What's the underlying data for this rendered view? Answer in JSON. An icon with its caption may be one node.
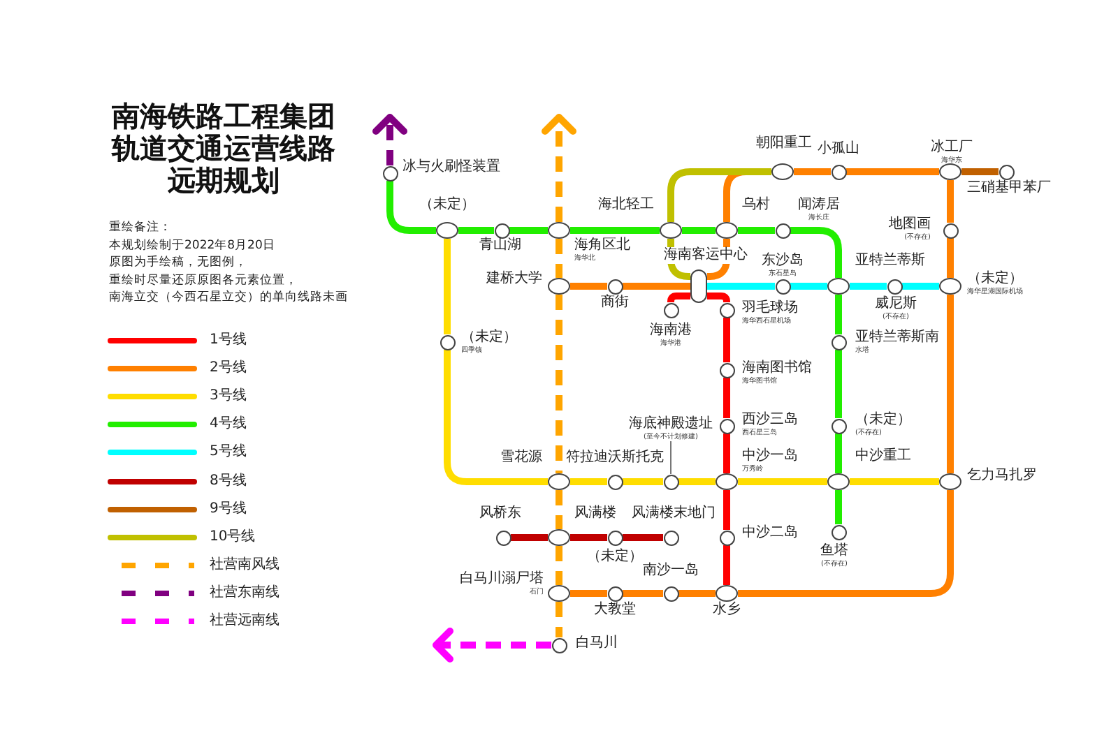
{
  "diagram": {
    "title": "南海铁路工程集团轨道交通运营线路远期规划",
    "nodes": [
      {
        "text": [],
        "shape": "circle",
        "beside": [
          "冰与火刷怪装置"
        ]
      },
      {
        "text": [],
        "shape": "circle",
        "beside": [
          "（未定）"
        ]
      },
      {
        "text": [],
        "shape": "circle",
        "beside": [
          "青山湖"
        ]
      },
      {
        "text": [],
        "shape": "circle",
        "beside": [
          "海角区北",
          "海华北"
        ]
      },
      {
        "text": [],
        "shape": "circle",
        "beside": [
          "海北轻工"
        ]
      },
      {
        "text": [],
        "shape": "circle",
        "beside": [
          "乌村"
        ]
      },
      {
        "text": [],
        "shape": "circle",
        "beside": [
          "闻涛居",
          "海长庄"
        ]
      },
      {
        "text": [],
        "shape": "circle",
        "beside": [
          "朝阳重工"
        ]
      },
      {
        "text": [],
        "shape": "circle",
        "beside": [
          "小孤山"
        ]
      },
      {
        "text": [],
        "shape": "circle",
        "beside": [
          "冰工厂",
          "海华东"
        ]
      },
      {
        "text": [],
        "shape": "circle",
        "beside": [
          "三硝基甲苯厂"
        ]
      },
      {
        "text": [],
        "shape": "circle",
        "beside": [
          "地图画",
          "(不存在)"
        ]
      },
      {
        "text": [],
        "shape": "circle",
        "beside": [
          "（未定）",
          "海华星湖国际机场"
        ]
      },
      {
        "text": [],
        "shape": "circle",
        "beside": [
          "威尼斯",
          "(不存在)"
        ]
      },
      {
        "text": [],
        "shape": "circle",
        "beside": [
          "亚特兰蒂斯"
        ]
      },
      {
        "text": [],
        "shape": "circle",
        "beside": [
          "东沙岛",
          "东石星岛"
        ]
      },
      {
        "text": [],
        "shape": "box",
        "beside": [
          "海南客运中心"
        ]
      },
      {
        "text": [],
        "shape": "circle",
        "beside": [
          "建桥大学"
        ]
      },
      {
        "text": [],
        "shape": "circle",
        "beside": [
          "商街"
        ]
      },
      {
        "text": [],
        "shape": "circle",
        "beside": [
          "海南港",
          "海华港"
        ]
      },
      {
        "text": [],
        "shape": "circle",
        "beside": [
          "羽毛球场",
          "海华西石星机场"
        ]
      },
      {
        "text": [],
        "shape": "circle",
        "beside": [
          "海南图书馆",
          "海华图书馆"
        ]
      },
      {
        "text": [],
        "shape": "circle",
        "beside": [
          "西沙三岛",
          "西石星三岛"
        ]
      },
      {
        "text": [],
        "shape": "circle",
        "beside": [
          "（未定）",
          "四季镇"
        ]
      },
      {
        "text": [],
        "shape": "circle",
        "beside": [
          "亚特兰蒂斯南",
          "水塔"
        ]
      },
      {
        "text": [],
        "shape": "circle",
        "beside": [
          "（未定）",
          "(不存在)"
        ]
      },
      {
        "text": [],
        "shape": "circle",
        "beside": [
          "雪花源"
        ]
      },
      {
        "text": [],
        "shape": "circle",
        "beside": [
          "符拉迪沃斯托克"
        ]
      },
      {
        "text": [],
        "shape": "circle"
      },
      {
        "text": [],
        "shape": "circle",
        "beside": [
          "中沙一岛",
          "万秀岭"
        ]
      },
      {
        "text": [],
        "shape": "circle",
        "beside": [
          "中沙重工"
        ]
      },
      {
        "text": [],
        "shape": "circle",
        "beside": [
          "乞力马扎罗"
        ]
      },
      {
        "text": [],
        "shape": "circle",
        "beside": [
          "风桥东"
        ]
      },
      {
        "text": [],
        "shape": "circle",
        "beside": [
          "风满楼"
        ]
      },
      {
        "text": [],
        "shape": "circle",
        "beside": [
          "（未定）"
        ]
      },
      {
        "text": [],
        "shape": "circle",
        "beside": [
          "风满楼末地门"
        ]
      },
      {
        "text": [],
        "shape": "circle",
        "beside": [
          "中沙二岛"
        ]
      },
      {
        "text": [],
        "shape": "circle",
        "beside": [
          "鱼塔",
          "(不存在)"
        ]
      },
      {
        "text": [],
        "shape": "circle",
        "beside": [
          "白马川溺尸塔",
          "石门"
        ]
      },
      {
        "text": [],
        "shape": "circle",
        "beside": [
          "大教堂"
        ]
      },
      {
        "text": [],
        "shape": "circle",
        "beside": [
          "南沙一岛"
        ]
      },
      {
        "text": [],
        "shape": "circle",
        "beside": [
          "水乡"
        ]
      },
      {
        "text": [],
        "shape": "circle",
        "beside": [
          "白马川"
        ]
      },
      {
        "text": [
          "海底神殿遗址",
          "(至今不计划修建)"
        ]
      }
    ],
    "edges": [
      {
        "from": 0,
        "to": 1,
        "arrow": "none",
        "color": "#22ee00"
      },
      {
        "from": 1,
        "to": 2,
        "arrow": "none",
        "color": "#22ee00"
      },
      {
        "from": 2,
        "to": 3,
        "arrow": "none",
        "color": "#22ee00"
      },
      {
        "from": 3,
        "to": 4,
        "arrow": "none",
        "color": "#22ee00"
      },
      {
        "from": 4,
        "to": 5,
        "arrow": "none",
        "color": "#22ee00"
      },
      {
        "from": 5,
        "to": 6,
        "arrow": "none",
        "color": "#22ee00"
      },
      {
        "from": 6,
        "to": 14,
        "arrow": "none",
        "color": "#22ee00"
      },
      {
        "from": 14,
        "to": 24,
        "arrow": "none",
        "color": "#22ee00"
      },
      {
        "from": 24,
        "to": 25,
        "arrow": "none",
        "color": "#22ee00"
      },
      {
        "from": 25,
        "to": 30,
        "arrow": "none",
        "color": "#22ee00"
      },
      {
        "from": 30,
        "to": 37,
        "arrow": "none",
        "color": "#22ee00"
      },
      {
        "from": 1,
        "to": 23,
        "arrow": "none",
        "color": "#ffdd00"
      },
      {
        "from": 23,
        "to": 26,
        "arrow": "none",
        "color": "#ffdd00"
      },
      {
        "from": 26,
        "to": 27,
        "arrow": "none",
        "color": "#ffdd00"
      },
      {
        "from": 27,
        "to": 28,
        "arrow": "none",
        "color": "#ffdd00"
      },
      {
        "from": 28,
        "to": 29,
        "arrow": "none",
        "color": "#ffdd00"
      },
      {
        "from": 29,
        "to": 30,
        "arrow": "none",
        "color": "#ffdd00"
      },
      {
        "from": 30,
        "to": 31,
        "arrow": "none",
        "color": "#ffdd00"
      },
      {
        "from": 19,
        "to": 16,
        "arrow": "none",
        "color": "#ff0000"
      },
      {
        "from": 16,
        "to": 20,
        "arrow": "none",
        "color": "#ff0000"
      },
      {
        "from": 20,
        "to": 21,
        "arrow": "none",
        "color": "#ff0000"
      },
      {
        "from": 21,
        "to": 22,
        "arrow": "none",
        "color": "#ff0000"
      },
      {
        "from": 22,
        "to": 29,
        "arrow": "none",
        "color": "#ff0000"
      },
      {
        "from": 29,
        "to": 36,
        "arrow": "none",
        "color": "#ff0000"
      },
      {
        "from": 36,
        "to": 41,
        "arrow": "none",
        "color": "#ff0000"
      },
      {
        "from": 17,
        "to": 18,
        "arrow": "none",
        "color": "#ff8000"
      },
      {
        "from": 18,
        "to": 16,
        "arrow": "none",
        "color": "#ff8000"
      },
      {
        "from": 16,
        "to": 5,
        "arrow": "none",
        "color": "#ff8000"
      },
      {
        "from": 5,
        "to": 7,
        "arrow": "none",
        "color": "#ff8000"
      },
      {
        "from": 7,
        "to": 8,
        "arrow": "none",
        "color": "#ff8000"
      },
      {
        "from": 8,
        "to": 9,
        "arrow": "none",
        "color": "#ff8000"
      },
      {
        "from": 9,
        "to": 11,
        "arrow": "none",
        "color": "#ff8000"
      },
      {
        "from": 11,
        "to": 12,
        "arrow": "none",
        "color": "#ff8000"
      },
      {
        "from": 12,
        "to": 31,
        "arrow": "none",
        "color": "#ff8000"
      },
      {
        "from": 31,
        "to": 41,
        "arrow": "none",
        "color": "#ff8000"
      },
      {
        "from": 41,
        "to": 40,
        "arrow": "none",
        "color": "#ff8000"
      },
      {
        "from": 40,
        "to": 39,
        "arrow": "none",
        "color": "#ff8000"
      },
      {
        "from": 39,
        "to": 38,
        "arrow": "none",
        "color": "#ff8000"
      },
      {
        "from": 16,
        "to": 15,
        "arrow": "none",
        "color": "#00ffff"
      },
      {
        "from": 15,
        "to": 14,
        "arrow": "none",
        "color": "#00ffff"
      },
      {
        "from": 14,
        "to": 13,
        "arrow": "none",
        "color": "#00ffff"
      },
      {
        "from": 13,
        "to": 12,
        "arrow": "none",
        "color": "#00ffff"
      },
      {
        "from": 32,
        "to": 33,
        "arrow": "none",
        "color": "#c00000"
      },
      {
        "from": 33,
        "to": 34,
        "arrow": "none",
        "color": "#c00000"
      },
      {
        "from": 34,
        "to": 35,
        "arrow": "none",
        "color": "#c00000"
      },
      {
        "from": 9,
        "to": 10,
        "arrow": "none",
        "color": "#c06000"
      },
      {
        "from": 16,
        "to": 4,
        "arrow": "none",
        "color": "#c0c000"
      },
      {
        "from": 4,
        "to": 7,
        "arrow": "none",
        "color": "#c0c000"
      },
      {
        "from": 3,
        "to": null,
        "arrow": "to",
        "style": "dashed",
        "color": "#ffa500"
      },
      {
        "from": 3,
        "to": 17,
        "arrow": "none",
        "style": "dashed",
        "color": "#ffa500"
      },
      {
        "from": 17,
        "to": 26,
        "arrow": "none",
        "style": "dashed",
        "color": "#ffa500"
      },
      {
        "from": 26,
        "to": 33,
        "arrow": "none",
        "style": "dashed",
        "color": "#ffa500"
      },
      {
        "from": 33,
        "to": 38,
        "arrow": "none",
        "style": "dashed",
        "color": "#ffa500"
      },
      {
        "from": 38,
        "to": 42,
        "arrow": "none",
        "style": "dashed",
        "color": "#ffa500"
      },
      {
        "from": 0,
        "to": null,
        "arrow": "to",
        "style": "dashed",
        "color": "#800080"
      },
      {
        "from": 42,
        "to": null,
        "arrow": "to",
        "style": "dashed",
        "color": "#ff00ff"
      },
      {
        "from": 43,
        "to": 28,
        "arrow": "none",
        "color": "#555555"
      }
    ],
    "labels": [
      "重绘备注：",
      "本规划绘制于2022年8月20日",
      "原图为手绘稿，无图例，",
      "重绘时尽量还原原图各元素位置，",
      "南海立交（今西石星立交）的单向线路未画"
    ],
    "legend": [
      {
        "text": "1号线",
        "color": "#ff0000"
      },
      {
        "text": "2号线",
        "color": "#ff8000"
      },
      {
        "text": "3号线",
        "color": "#ffdd00"
      },
      {
        "text": "4号线",
        "color": "#22ee00"
      },
      {
        "text": "5号线",
        "color": "#00ffff"
      },
      {
        "text": "8号线",
        "color": "#c00000"
      },
      {
        "text": "9号线",
        "color": "#c06000"
      },
      {
        "text": "10号线",
        "color": "#c0c000"
      },
      {
        "text": "社营南风线"
      },
      {
        "text": "社营东南线"
      },
      {
        "text": "社营远南线"
      }
    ]
  }
}
